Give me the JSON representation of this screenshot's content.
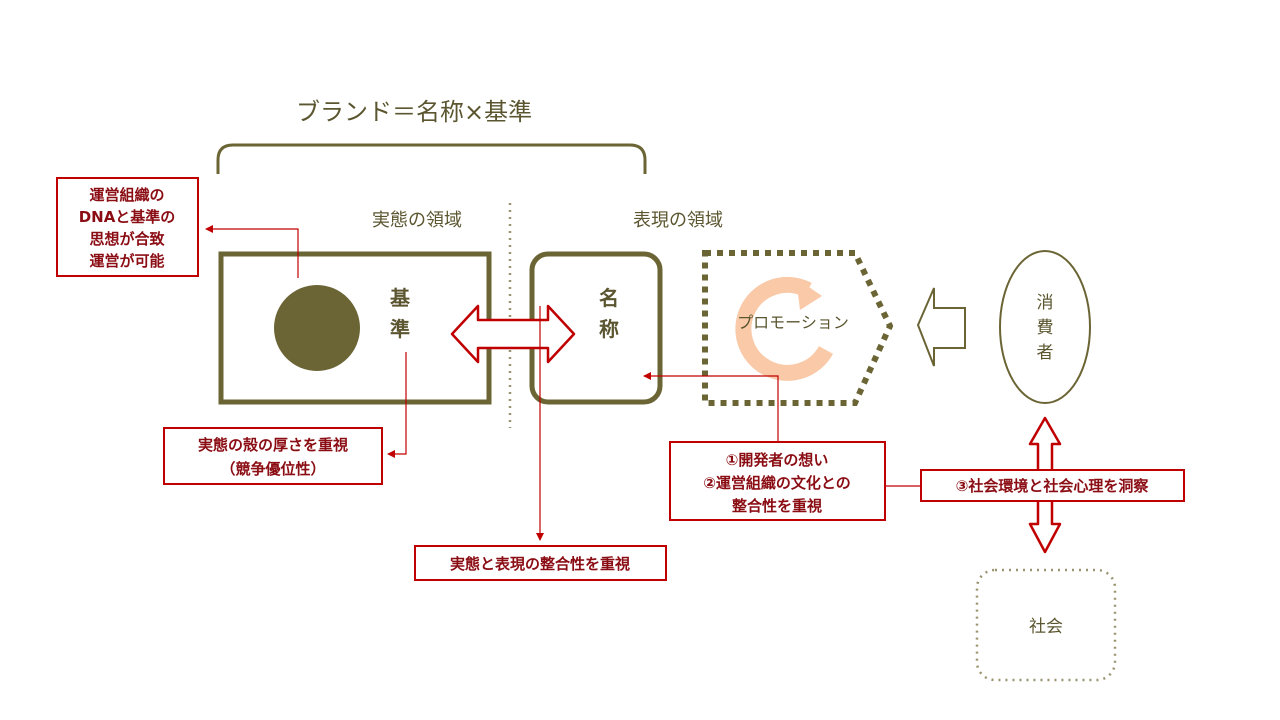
{
  "title": "ブランド＝名称×基準",
  "regions": {
    "substance": "実態の領域",
    "expression": "表現の領域"
  },
  "boxes": {
    "standard_line1": "基",
    "standard_line2": "準",
    "name_line1": "名",
    "name_line2": "称",
    "promotion": "プロモーション",
    "consumer_line1": "消",
    "consumer_line2": "費",
    "consumer_line3": "者",
    "society": "社会"
  },
  "notes": {
    "dna_line1": "運営組織の",
    "dna_line2": "DNAと基準の",
    "dna_line3": "思想が合致",
    "dna_line4": "運営が可能",
    "shell_line1": "実態の殻の厚さを重視",
    "shell_line2": "（競争優位性）",
    "consistency": "実態と表現の整合性を重視",
    "dev_line1": "①開発者の想い",
    "dev_line2": "②運営組織の文化との",
    "dev_line3": "整合性を重視",
    "social": "③社会環境と社会心理を洞察"
  },
  "colors": {
    "olive": "#6b6535",
    "red": "#c00000",
    "dark_red": "#8b0d14",
    "peach": "#f9c9a8"
  }
}
